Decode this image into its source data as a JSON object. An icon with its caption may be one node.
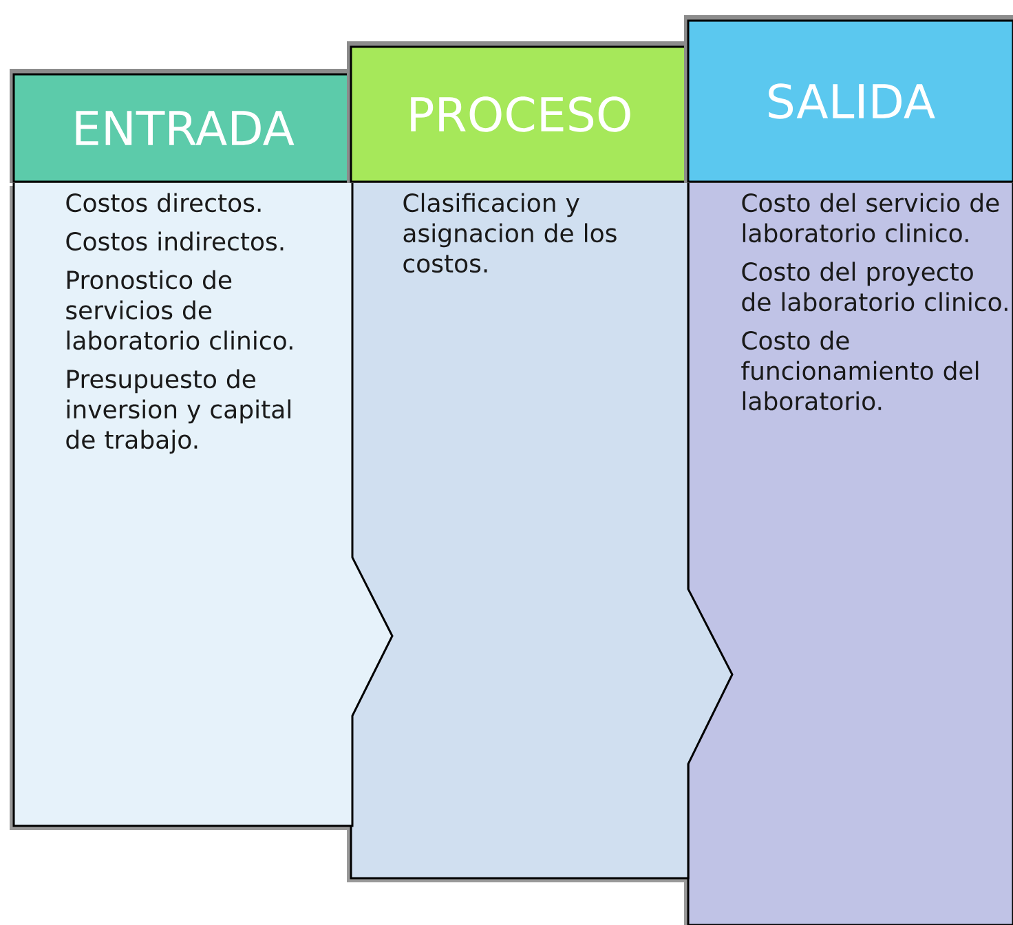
{
  "diagram": {
    "nodes": [
      {
        "text": [
          "ENTRADA"
        ]
      },
      {
        "text": [
          "PROCESO"
        ]
      },
      {
        "text": [
          "SALIDA"
        ]
      },
      {
        "text": [
          "Costos directos.",
          "Costos indirectos.",
          "Pronostico de servicios de laboratorio clinico.",
          "Presupuesto de inversion y capital de trabajo."
        ]
      },
      {
        "text": [
          "Clasificacion y asignacion de los costos."
        ]
      },
      {
        "text": [
          "Costo del servicio de laboratorio clinico.",
          "Costo del proyecto de laboratorio clinico.",
          "Costo de funcionamiento del laboratorio."
        ]
      }
    ]
  }
}
